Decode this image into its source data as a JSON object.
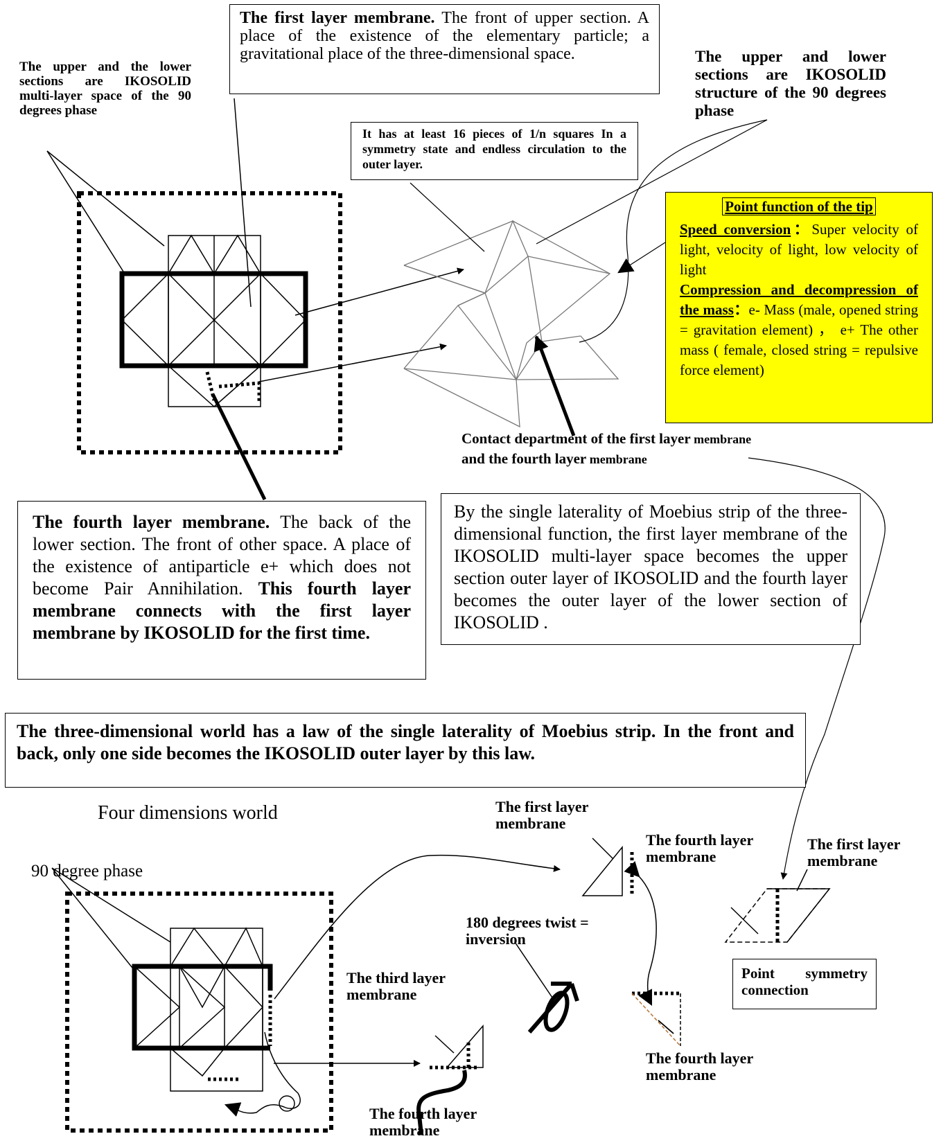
{
  "first_layer_box": {
    "title": "The first layer membrane.",
    "text": " The front of upper section. A place of the existence of the elementary particle; a gravitational place of the three-dimensional space."
  },
  "upper_lower_left": "The upper and the lower sections are IKOSOLID multi-layer space of the 90 degrees phase",
  "upper_lower_right": "The upper and lower sections are IKOSOLID structure of the 90 degrees phase",
  "squares_box": "It has at least 16 pieces of 1/n squares In a symmetry state and endless circulation to the outer layer.",
  "tip_box": {
    "title": "Point function of the tip",
    "speed_label": "Speed conversion",
    "speed_sep": "：",
    "speed_text": "Super velocity of light, velocity of light, low velocity of light",
    "compress_label": "Compression and decompression of the mass",
    "compress_sep": "：",
    "compress_text": "e- Mass (male, opened string = gravitation element) ， e+ The other mass ( female, closed string = repulsive force element)",
    "bg_color": "#ffff00"
  },
  "contact_label": {
    "line1a": "Contact department of the first layer",
    "line1b": " membrane",
    "line2a": "and the fourth layer",
    "line2b": " membrane"
  },
  "fourth_layer_box": {
    "title": "The fourth layer membrane.",
    "text": " The back of the lower section. The front of other space. A place of the existence of antiparticle e+ which does not become Pair Annihilation.",
    "bold_text": "This fourth layer membrane connects with the first layer membrane by IKOSOLID for the first time."
  },
  "moebius_box": "By the single laterality of Moebius strip of the three-dimensional function, the first layer membrane of the IKOSOLID multi-layer space becomes the upper section outer layer of IKOSOLID and   the fourth layer becomes the outer layer of the lower section of IKOSOLID .",
  "law_box": "The three-dimensional world has a law of the single laterality of Moebius strip. In the front and back, only one side becomes the IKOSOLID outer layer by this law.",
  "four_dim_title": "Four dimensions world",
  "phase_label": "90 degree phase",
  "labels": {
    "first_layer_a": "The first layer membrane",
    "fourth_layer_a": "The fourth layer membrane",
    "first_layer_b": "The first layer membrane",
    "twist": "180 degrees twist = inversion",
    "third_layer": "The third layer membrane",
    "fourth_layer_b": "The fourth layer membrane",
    "fourth_layer_c": "The fourth layer membrane"
  },
  "point_symmetry": "Point symmetry connection"
}
